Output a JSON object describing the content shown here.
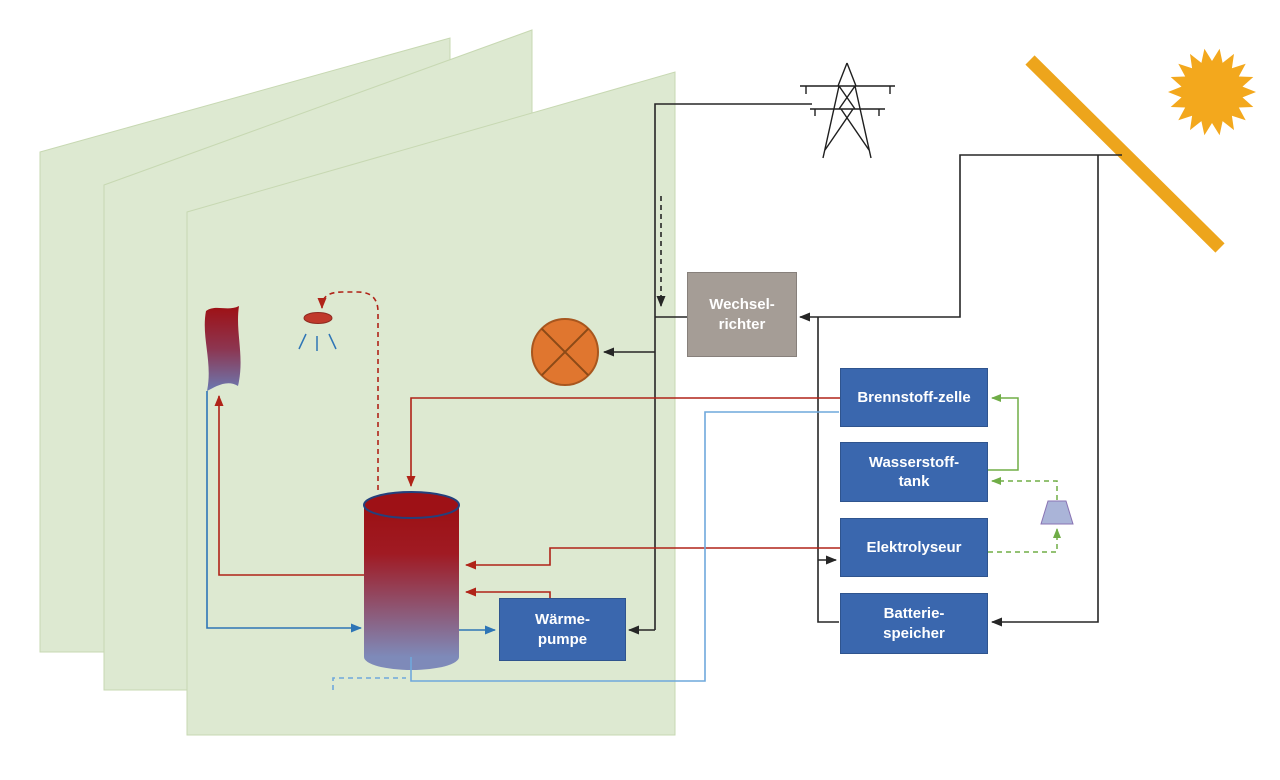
{
  "diagram": {
    "nodes": {
      "inverter": {
        "label": "Wechsel-\nrichter",
        "color": "#a59d96"
      },
      "fuel_cell": {
        "label": "Brennstoff-zelle",
        "color": "#3a67ae"
      },
      "hydrogen_tank": {
        "label": "Wasserstoff-\ntank",
        "color": "#3a67ae"
      },
      "electrolyzer": {
        "label": "Elektrolyseur",
        "color": "#3a67ae"
      },
      "battery": {
        "label": "Batterie-\nspeicher",
        "color": "#3a67ae"
      },
      "heat_pump": {
        "label": "Wärme-\npumpe",
        "color": "#3a67ae"
      }
    },
    "icons": {
      "sun": "sun-icon",
      "solar_panel": "solar-panel",
      "pylon": "power-pylon-icon",
      "lamp": "lamp-icon",
      "shower": "shower-icon",
      "radiator": "radiator-icon",
      "storage_tank": "hot-water-tank",
      "compressor": "compressor-icon",
      "house": "house-layers"
    },
    "line_colors": {
      "electricity": "#262626",
      "heat_flow": "#b02318",
      "return_flow": "#2e75b6",
      "water_loop": "#6fa8dc",
      "hydrogen": "#70ad47"
    },
    "accent_colors": {
      "sun": "#f3a81d",
      "solar_panel": "#eda51c",
      "lamp": "#e0762f",
      "house": "#dde9d1",
      "tank_top": "#9e1116",
      "tank_bottom": "#7e8ab9"
    }
  }
}
